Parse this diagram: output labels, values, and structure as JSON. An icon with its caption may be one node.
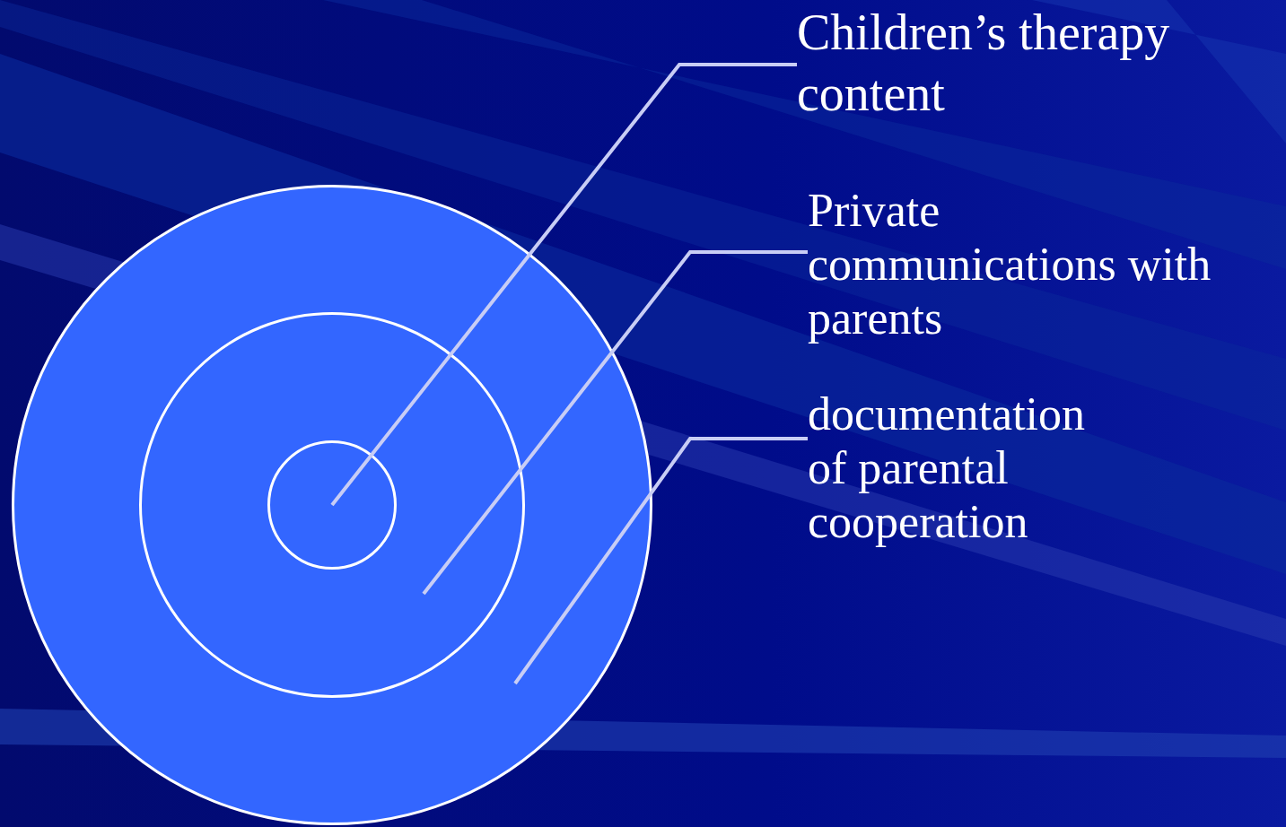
{
  "diagram": {
    "nodes": [
      {
        "text": [],
        "shape": "circle"
      },
      {
        "text": [],
        "shape": "circle",
        "in": 0
      },
      {
        "text": [],
        "shape": "circle",
        "in": 1
      },
      {
        "text": [
          "Children’s therapy content"
        ]
      },
      {
        "text": [
          "Private communications with parents"
        ]
      },
      {
        "text": [
          "documentation of parental cooperation"
        ]
      }
    ],
    "edges": [
      {
        "from": 3,
        "to": 2,
        "arrow": "none"
      },
      {
        "from": 4,
        "to": 1,
        "arrow": "none"
      },
      {
        "from": 5,
        "to": 0,
        "arrow": "none"
      }
    ]
  }
}
